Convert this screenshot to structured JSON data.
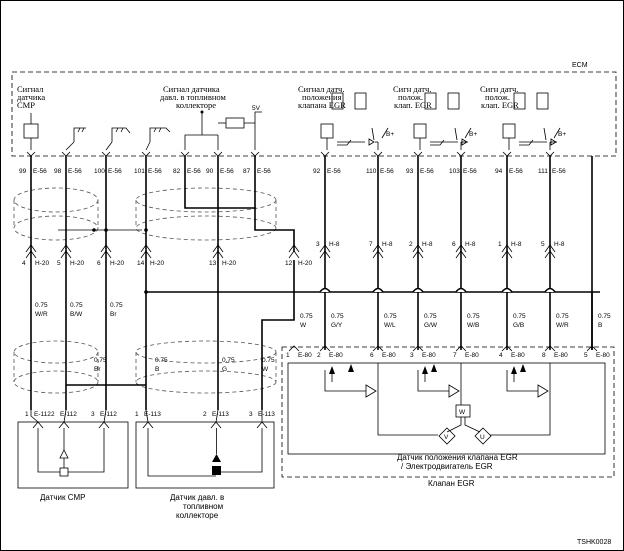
{
  "ecm": {
    "label": "ECM",
    "sections": [
      {
        "lines": [
          "Сигнал",
          "датчика",
          "CMP"
        ]
      },
      {
        "lines": [
          "Сигнал датчика",
          "давл. в топливном",
          "коллекторе"
        ]
      },
      {
        "lines": [
          "Сигнал датч.",
          "положения",
          "клапана EGR"
        ]
      },
      {
        "lines": [
          "Сигн датч.",
          "полож.",
          "клап. EGR"
        ]
      },
      {
        "lines": [
          "Сигн датч.",
          "полож.",
          "клап. EGR"
        ]
      }
    ],
    "v5": "5V",
    "bplus": "B+"
  },
  "ecm_pins": [
    {
      "pin": "99",
      "conn": "E-56"
    },
    {
      "pin": "98",
      "conn": "E-56"
    },
    {
      "pin": "100",
      "conn": "E-56"
    },
    {
      "pin": "101",
      "conn": "E-56"
    },
    {
      "pin": "82",
      "conn": "E-56"
    },
    {
      "pin": "90",
      "conn": "E-56"
    },
    {
      "pin": "87",
      "conn": "E-56"
    },
    {
      "pin": "92",
      "conn": "E-56"
    },
    {
      "pin": "110",
      "conn": "E-56"
    },
    {
      "pin": "93",
      "conn": "E-56"
    },
    {
      "pin": "103",
      "conn": "E-56"
    },
    {
      "pin": "94",
      "conn": "E-56"
    },
    {
      "pin": "111",
      "conn": "E-56"
    }
  ],
  "h20_pins": [
    {
      "pin": "4",
      "conn": "H-20"
    },
    {
      "pin": "5",
      "conn": "H-20"
    },
    {
      "pin": "6",
      "conn": "H-20"
    },
    {
      "pin": "14",
      "conn": "H-20"
    },
    {
      "pin": "13",
      "conn": "H-20"
    },
    {
      "pin": "12",
      "conn": "H-20"
    }
  ],
  "h8_pins": [
    {
      "pin": "3",
      "conn": "H-8"
    },
    {
      "pin": "7",
      "conn": "H-8"
    },
    {
      "pin": "2",
      "conn": "H-8"
    },
    {
      "pin": "6",
      "conn": "H-8"
    },
    {
      "pin": "1",
      "conn": "H-8"
    },
    {
      "pin": "5",
      "conn": "H-8"
    }
  ],
  "wires_left": [
    {
      "size": "0.75",
      "color": "W/R"
    },
    {
      "size": "0.75",
      "color": "B/W"
    },
    {
      "size": "0.75",
      "color": "Br"
    }
  ],
  "wires_mid_lower": [
    {
      "size": "0.75",
      "color": "Br"
    },
    {
      "size": "0.75",
      "color": "B"
    },
    {
      "size": "0.75",
      "color": "G"
    },
    {
      "size": "0.75",
      "color": "W"
    }
  ],
  "wires_egr": [
    {
      "size": "0.75",
      "color": "W"
    },
    {
      "size": "0.75",
      "color": "G/Y"
    },
    {
      "size": "0.75",
      "color": "W/L"
    },
    {
      "size": "0.75",
      "color": "G/W"
    },
    {
      "size": "0.75",
      "color": "W/B"
    },
    {
      "size": "0.75",
      "color": "G/B"
    },
    {
      "size": "0.75",
      "color": "W/R"
    },
    {
      "size": "0.75",
      "color": "B"
    }
  ],
  "e80_pins": [
    {
      "pin": "1",
      "conn": "E-80"
    },
    {
      "pin": "2",
      "conn": "E-80"
    },
    {
      "pin": "6",
      "conn": "E-80"
    },
    {
      "pin": "3",
      "conn": "E-80"
    },
    {
      "pin": "7",
      "conn": "E-80"
    },
    {
      "pin": "4",
      "conn": "E-80"
    },
    {
      "pin": "8",
      "conn": "E-80"
    },
    {
      "pin": "5",
      "conn": "E-80"
    }
  ],
  "sensor_pins": [
    {
      "pin": "1",
      "conn": "E-112"
    },
    {
      "pin": "2",
      "conn": "E-112"
    },
    {
      "pin": "3",
      "conn": "E-112"
    },
    {
      "pin": "1",
      "conn": "E-113"
    },
    {
      "pin": "2",
      "conn": "E-113"
    },
    {
      "pin": "3",
      "conn": "E-113"
    }
  ],
  "components": {
    "cmp_sensor": "Датчик CMP",
    "rail_sensor": [
      "Датчик давл. в",
      "топливном",
      "коллекторе"
    ],
    "egr_inner": [
      "Датчик положения клапана EGR",
      "/ Электродвигатель EGR"
    ],
    "egr_valve": "Клапан EGR"
  },
  "motor": {
    "w": "W",
    "v": "V",
    "u": "U"
  },
  "figure_id": "TSHK0028"
}
